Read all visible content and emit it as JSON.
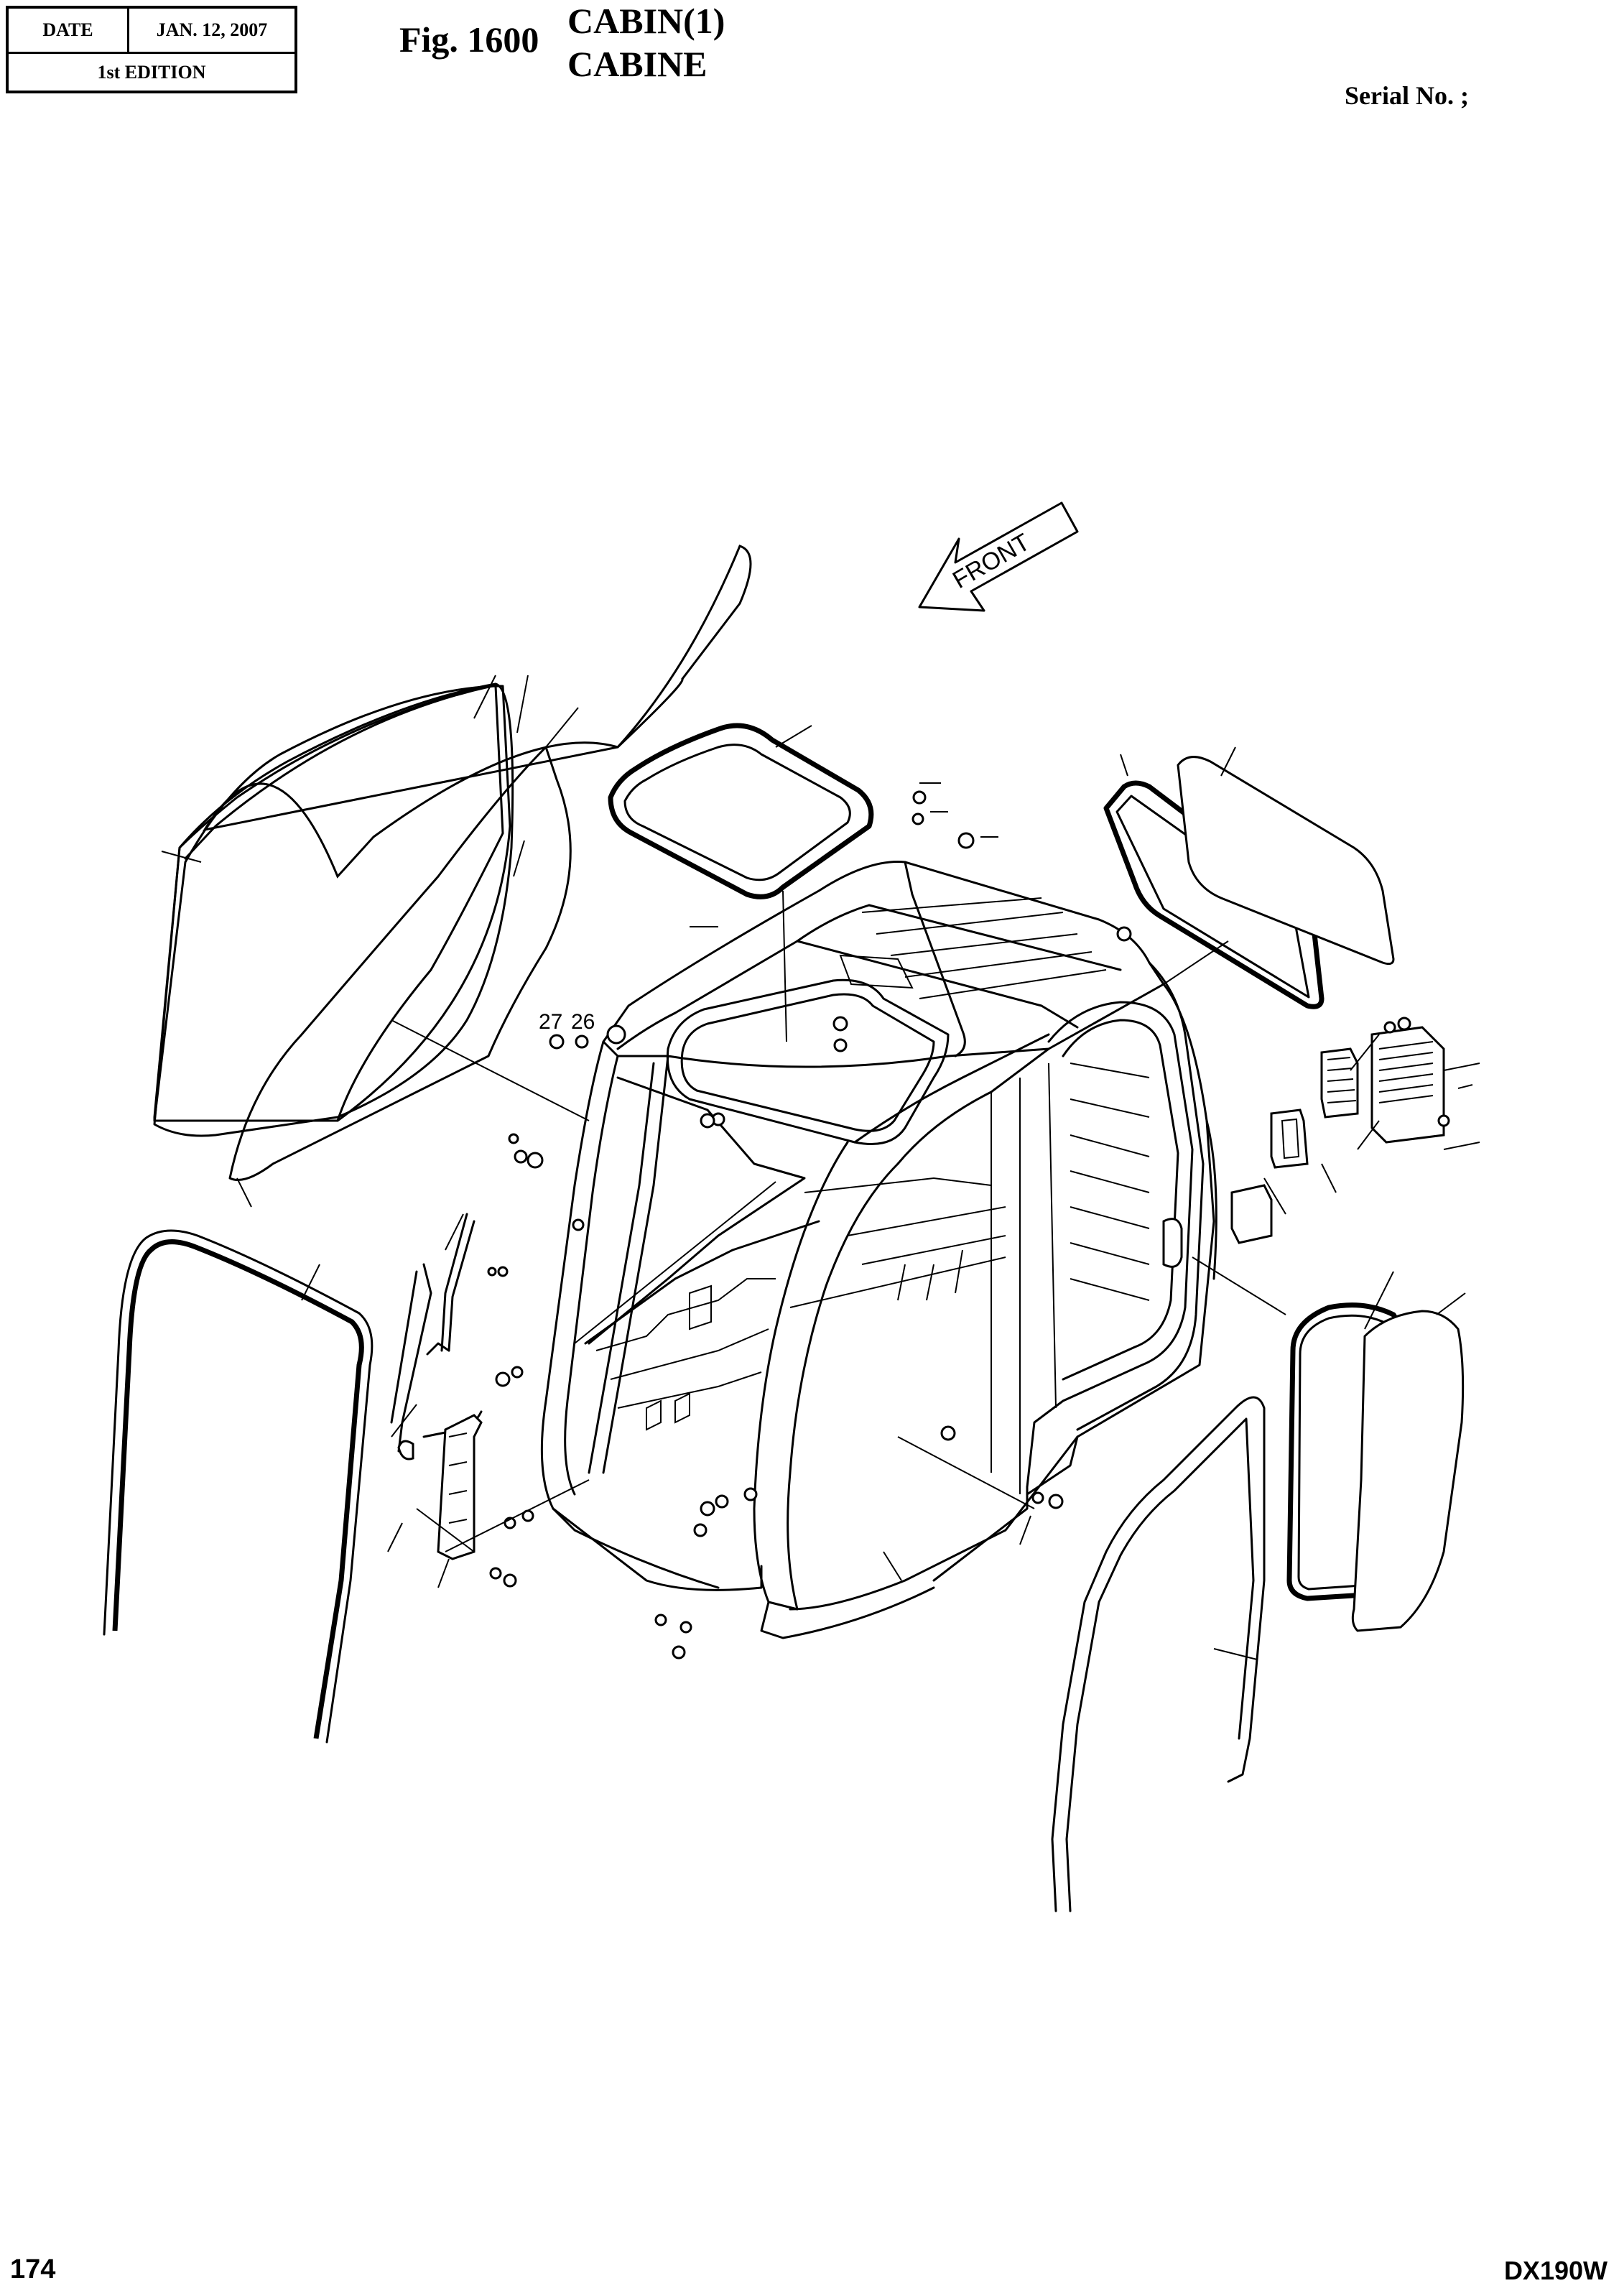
{
  "header": {
    "date_label": "DATE",
    "date_value": "JAN. 12, 2007",
    "edition": "1st EDITION",
    "fig_label": "Fig. 1600",
    "title_line1": "CABIN(1)",
    "title_line2": "CABINE",
    "serial": "Serial No. ;"
  },
  "diagram": {
    "direction_arrow": "FRONT",
    "callouts": [
      "27",
      "26"
    ]
  },
  "footer": {
    "page_number": "174",
    "model": "DX190W"
  }
}
